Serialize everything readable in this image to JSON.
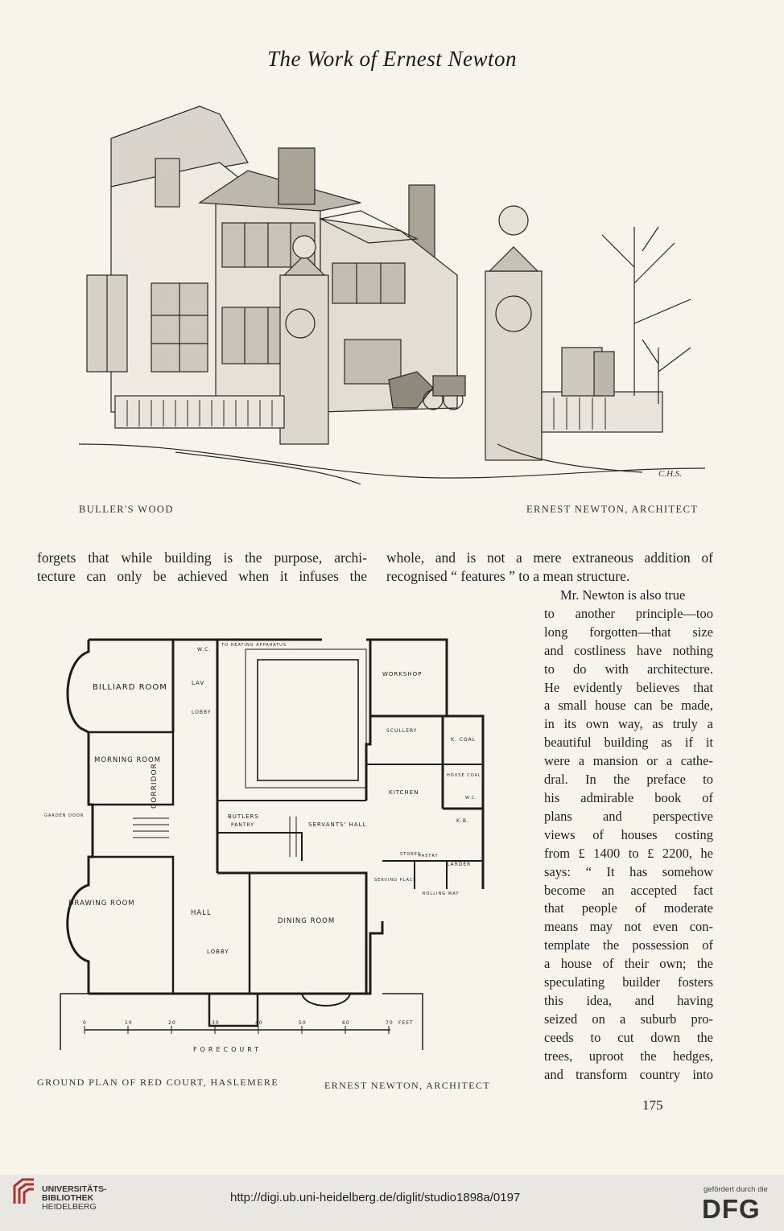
{
  "running_title": "The Work of Ernest Newton",
  "illustration": {
    "caption_left": "BULLER'S WOOD",
    "caption_right": "ERNEST NEWTON, ARCHITECT",
    "signature": "C.H.S."
  },
  "col_left": [
    "forgets that while building is the purpose, archi-",
    "tecture can only be achieved when it infuses the"
  ],
  "col_right_top": [
    "whole, and is not a mere extraneous addition of",
    "recognised “ features ” to a mean structure."
  ],
  "col_right_narrow": [
    "Mr. Newton is also true",
    "to another principle—too",
    "long forgotten—that size",
    "and costliness have nothing",
    "to do with architecture.",
    "He evidently believes that",
    "a small house can be made,",
    "in its own way, as truly a",
    "beautiful building as if it",
    "were a mansion or a cathe-",
    "dral. In the preface to",
    "his admirable book of",
    "plans and perspective",
    "views of houses costing",
    "from £ 1400 to £ 2200, he",
    "says: “ It has somehow",
    "become an accepted fact",
    "that people of moderate",
    "means may not even con-",
    "template the possession of",
    "a house of their own; the",
    "speculating builder fosters",
    "this idea, and having",
    "seized on a suburb pro-",
    "ceeds to cut down the",
    "trees, uproot the hedges,",
    "and transform country into"
  ],
  "plan": {
    "caption_left": "GROUND PLAN OF RED COURT, HASLEMERE",
    "caption_right": "ERNEST NEWTON, ARCHITECT",
    "rooms": {
      "billiard": "BILLIARD ROOM",
      "morning": "MORNING ROOM",
      "drawing": "DRAWING ROOM",
      "hall": "HALL",
      "dining": "DINING ROOM",
      "lobby_upper": "LOBBY",
      "lobby_lower": "LOBBY",
      "lav": "LAV",
      "wc": "W.C.",
      "heating": "TO HEATING APPARATUS",
      "corridor": "CORRIDOR",
      "butlers": "BUTLERS",
      "pantry": "PANTRY",
      "servants_hall": "SERVANTS' HALL",
      "workshop": "WORKSHOP",
      "scullery": "SCULLERY",
      "kitchen": "KITCHEN",
      "k_coal": "K. COAL",
      "house_coal": "HOUSE COAL",
      "wc2": "W.C.",
      "kb": "K.B.",
      "stores": "STORES",
      "pastry": "PASTRY",
      "larder": "LARDER",
      "serving_place": "SERVING PLACE",
      "rolling_way": "ROLLING WAY",
      "garden_door": "GARDEN DOOR",
      "forecourt": "FORECOURT"
    },
    "scale_ticks": [
      "0",
      "10",
      "20",
      "30",
      "40",
      "50",
      "60",
      "70"
    ],
    "scale_unit": "FEET"
  },
  "folio": "175",
  "footer": {
    "uni_line1": "UNIVERSITÄTS-",
    "uni_line2": "BIBLIOTHEK",
    "uni_line3": "HEIDELBERG",
    "url": "http://digi.ub.uni-heidelberg.de/diglit/studio1898a/0197",
    "dfg_note": "gefördert durch die",
    "dfg_logo": "DFG"
  }
}
